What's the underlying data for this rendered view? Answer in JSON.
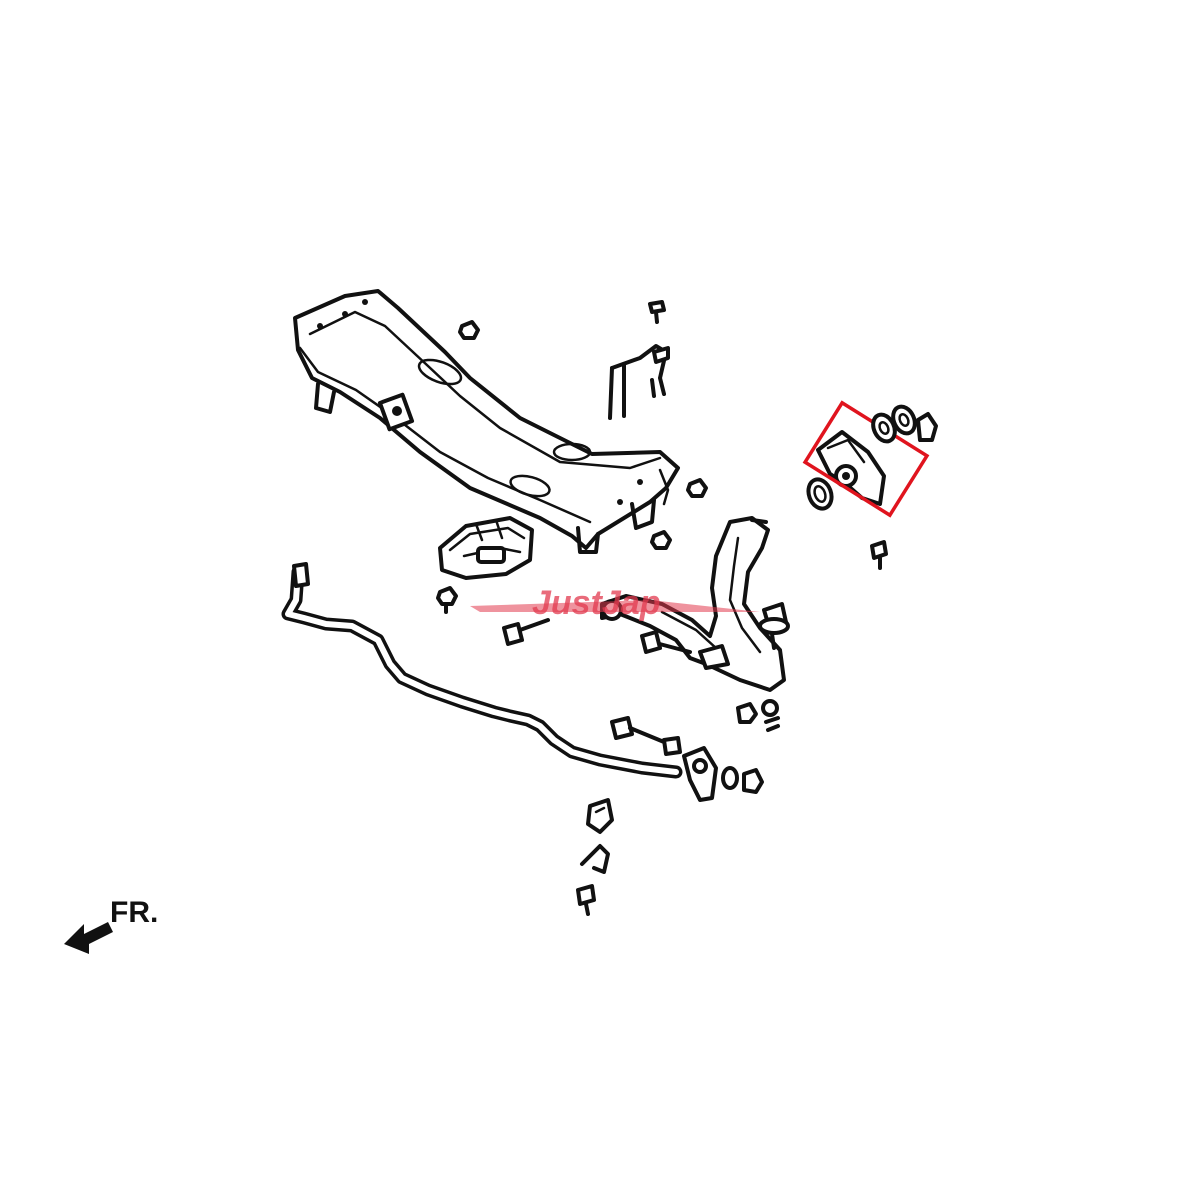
{
  "direction_label": "FR.",
  "watermark": "JustJap",
  "colors": {
    "line": "#111111",
    "highlight_box": "#e0141e",
    "watermark": "#e23a4f",
    "background": "#ffffff"
  },
  "icons": {
    "direction": "arrow-left-down-icon"
  },
  "highlighted_part": "lower-control-arm-rear-bushing"
}
